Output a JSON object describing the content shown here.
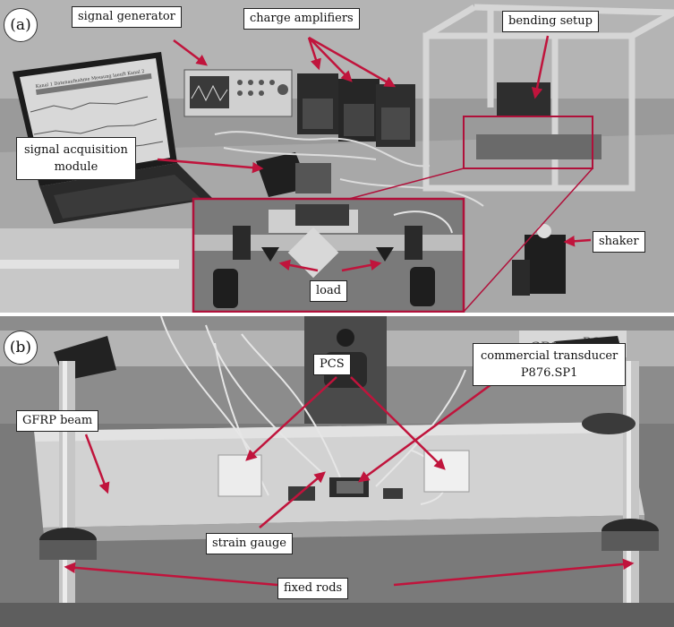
{
  "panel_a": {
    "tag": "(a)",
    "labels": {
      "signal_generator": "signal generator",
      "charge_amplifiers": "charge amplifiers",
      "bending_setup": "bending setup",
      "signal_acquisition_module": "signal acquisition\nmodule",
      "shaker": "shaker",
      "load": "load"
    },
    "laptop_screen_text": "Kanal 1  Datenaufnahme  Messung laeuft  Kanal 2"
  },
  "panel_b": {
    "tag": "(b)",
    "labels": {
      "pcs": "PCS",
      "commercial_transducer": "commercial transducer\nP876.SP1",
      "gfrp_beam": "GFRP beam",
      "strain_gauge": "strain gauge",
      "fixed_rods": "fixed rods"
    },
    "tape_labels": [
      "SP1",
      "PC1"
    ]
  },
  "colors": {
    "accent_arrow": "#c0143c",
    "inset_border": "#b0103a"
  }
}
